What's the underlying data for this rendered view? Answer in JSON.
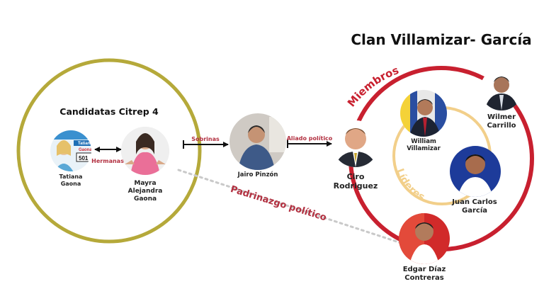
{
  "title": "Clan Villamizar- García",
  "group_left": {
    "title": "Candidatas Citrep 4"
  },
  "people": {
    "tatiana": {
      "first": "Tatiana",
      "last": "Gaona",
      "poster_top": "Tatiana",
      "poster_bottom": "Gaona",
      "poster_number": "501"
    },
    "mayra": {
      "line1": "Mayra",
      "line2": "Alejandra",
      "line3": "Gaona"
    },
    "jairo": {
      "name": "Jairo Pinzón"
    },
    "ciro": {
      "line1": "Ciro",
      "line2": "Rodriguez"
    },
    "william": {
      "line1": "William",
      "line2": "Villamizar"
    },
    "wilmer": {
      "line1": "Wilmer",
      "line2": "Carrillo"
    },
    "juan": {
      "line1": "Juan Carlos",
      "line2": "García"
    },
    "edgar": {
      "line1": "Edgar Díaz",
      "line2": "Contreras"
    }
  },
  "relations": {
    "hermanas": "Hermanas",
    "sobrinas": "Sobrinas",
    "aliado": "Aliado político",
    "padrinazgo": "Padrinazgo político"
  },
  "ring_labels": {
    "miembros": "Miembros",
    "lideres": "Líderes"
  },
  "colors": {
    "olive": "#b5a93a",
    "clan_red": "#c8202f",
    "lideres_ring": "#f2cf8a",
    "relation_text": "#b23040",
    "dotted": "#c9c9c9"
  }
}
